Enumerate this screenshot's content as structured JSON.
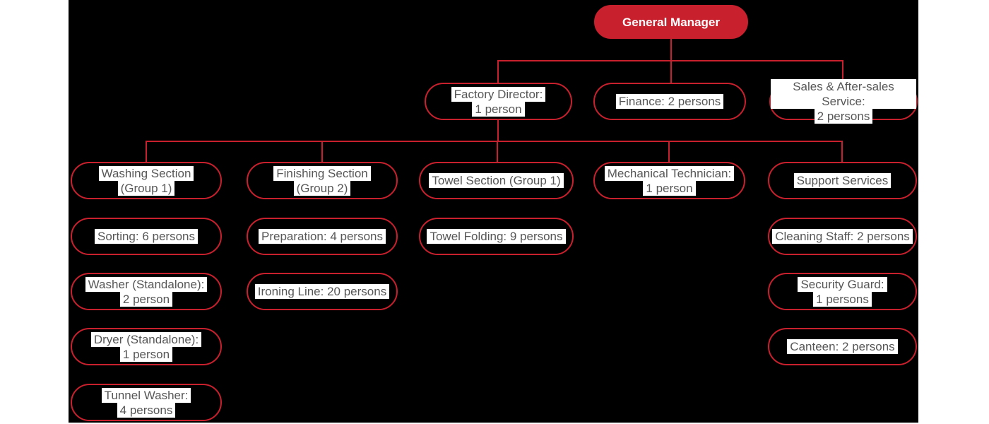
{
  "colors": {
    "red": "#c9202e",
    "background": "#000000",
    "label_highlight": "#ffffff",
    "label_text": "#565656",
    "root_text": "#ffffff"
  },
  "nodes": {
    "general_manager": {
      "lines": [
        "General Manager"
      ]
    },
    "factory_director": {
      "lines": [
        "Factory Director:",
        "1 person"
      ]
    },
    "finance": {
      "lines": [
        "Finance: 2 persons"
      ]
    },
    "sales_service": {
      "lines": [
        "Sales & After-sales Service:",
        "2 persons"
      ]
    },
    "washing_section": {
      "lines": [
        "Washing Section",
        "(Group 1)"
      ]
    },
    "finishing_section": {
      "lines": [
        "Finishing Section",
        "(Group 2)"
      ]
    },
    "towel_section": {
      "lines": [
        "Towel Section (Group 1)"
      ]
    },
    "mechanical_technician": {
      "lines": [
        "Mechanical Technician:",
        "1 person"
      ]
    },
    "support_services": {
      "lines": [
        "Support Services"
      ]
    },
    "sorting": {
      "lines": [
        "Sorting: 6 persons"
      ]
    },
    "washer_standalone": {
      "lines": [
        "Washer (Standalone):",
        "2 person"
      ]
    },
    "dryer_standalone": {
      "lines": [
        "Dryer (Standalone):",
        "1 person"
      ]
    },
    "tunnel_washer": {
      "lines": [
        "Tunnel Washer:",
        "4 persons"
      ]
    },
    "preparation": {
      "lines": [
        "Preparation: 4 persons"
      ]
    },
    "ironing_line": {
      "lines": [
        "Ironing Line: 20 persons"
      ]
    },
    "towel_folding": {
      "lines": [
        "Towel Folding: 9 persons"
      ]
    },
    "cleaning_staff": {
      "lines": [
        "Cleaning Staff: 2 persons"
      ]
    },
    "security_guard": {
      "lines": [
        "Security Guard:",
        "1 persons"
      ]
    },
    "canteen": {
      "lines": [
        "Canteen: 2 persons"
      ]
    }
  },
  "hierarchy": {
    "general_manager": [
      "factory_director",
      "finance",
      "sales_service"
    ],
    "factory_director": [
      "washing_section",
      "finishing_section",
      "towel_section",
      "mechanical_technician",
      "support_services"
    ],
    "washing_section": [
      "sorting",
      "washer_standalone",
      "dryer_standalone",
      "tunnel_washer"
    ],
    "finishing_section": [
      "preparation",
      "ironing_line"
    ],
    "towel_section": [
      "towel_folding"
    ],
    "support_services": [
      "cleaning_staff",
      "security_guard",
      "canteen"
    ]
  }
}
